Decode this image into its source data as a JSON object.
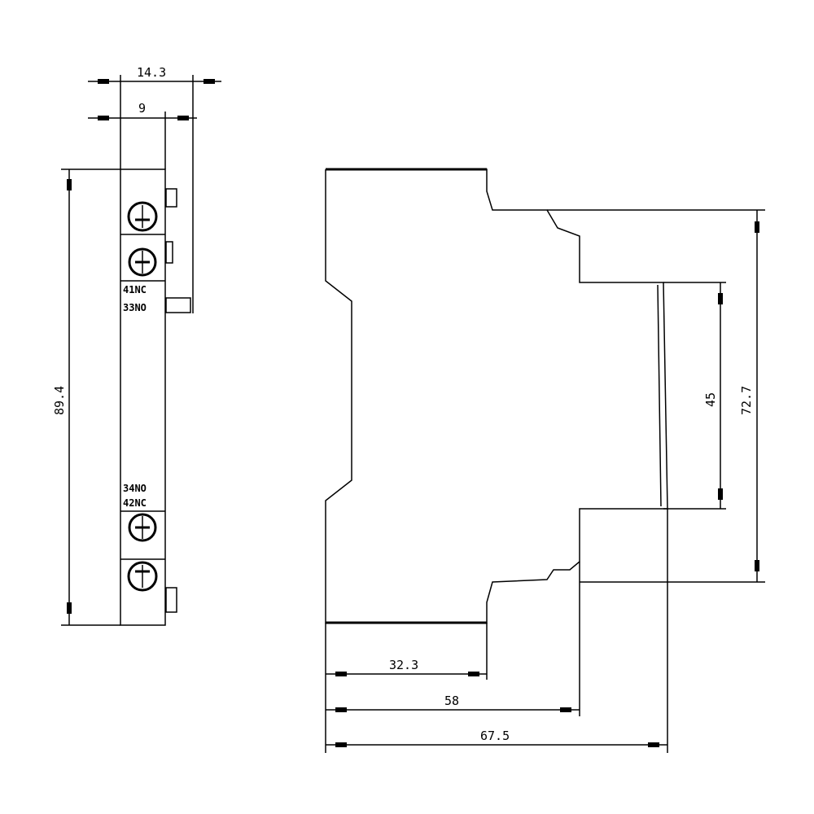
{
  "side_view": {
    "dimensions": {
      "total_width": "14.3",
      "body_width": "9",
      "height": "89.4"
    },
    "terminal_labels": {
      "top_1": "41NC",
      "top_2": "33NO",
      "bottom_1": "34NO",
      "bottom_2": "42NC"
    }
  },
  "profile_view": {
    "dimensions": {
      "front_depth": "32.3",
      "middle_depth": "58",
      "total_depth": "67.5",
      "front_height": "45",
      "rail_height": "72.7"
    }
  }
}
